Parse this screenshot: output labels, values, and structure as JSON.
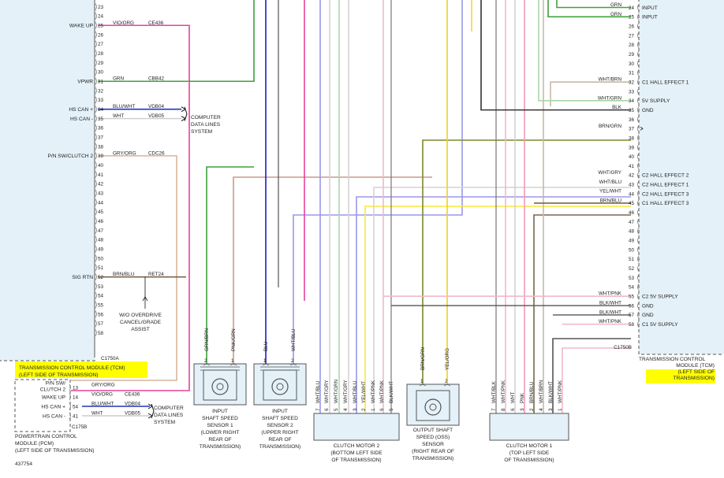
{
  "figure_id": "437754",
  "colors": {
    "module_fill": "#e4f1f8",
    "module_stroke": "#555555",
    "highlight": "#ffff00",
    "vio_org": "#e8419c",
    "grn": "#3da23d",
    "blu_wht": "#2233bb",
    "wht": "#cccccc",
    "gry_org": "#d9b49a",
    "brn_blu": "#7a6550",
    "brn_grn": "#7a8a2a",
    "pnk_grn": "#c99a8a",
    "wht_blu": "#9a98e8",
    "yel_wht": "#f5ea3a",
    "wht_brn": "#c9b8a6",
    "wht_grn": "#a9d7a9",
    "blk": "#333333",
    "wht_gry": "#d3d3d3",
    "wht_pnk": "#f0b9c9",
    "blk_wht": "#555555",
    "yel_org": "#f0d020",
    "blu": "#1a1acc",
    "pnk": "#f29ab3",
    "wht_vio": "#c9b1e9"
  },
  "tcm_a": {
    "connector": "C1750A",
    "title_lines": [
      "TRANSMISSION CONTROL MODULE (TCM)",
      "(LEFT SIDE OF TRANSMISSION)"
    ],
    "pins": [
      "23",
      "24",
      "25",
      "26",
      "27",
      "28",
      "29",
      "30",
      "31",
      "32",
      "33",
      "34",
      "35",
      "36",
      "37",
      "38",
      "39",
      "40",
      "41",
      "42",
      "43",
      "44",
      "45",
      "46",
      "47",
      "48",
      "49",
      "50",
      "51",
      "52",
      "53",
      "54",
      "55",
      "56",
      "57",
      "58"
    ],
    "signals": [
      {
        "pin": "25",
        "name": "WAKE UP",
        "color": "VIO/ORG",
        "circuit": "CE436"
      },
      {
        "pin": "31",
        "name": "VPWR",
        "color": "GRN",
        "circuit": "CBB42"
      },
      {
        "pin": "34",
        "name": "HS CAN +",
        "color": "BLU/WHT",
        "circuit": "VDB04"
      },
      {
        "pin": "35",
        "name": "HS CAN -",
        "color": "WHT",
        "circuit": "VDB05"
      },
      {
        "pin": "39",
        "name": "P/N SW/CLUTCH 2",
        "color": "GRY/ORG",
        "circuit": "CDC26"
      },
      {
        "pin": "52",
        "name": "SIG RTN",
        "color": "BRN/BLU",
        "circuit": "RET24"
      }
    ],
    "computer_data_lines": [
      "COMPUTER",
      "DATA LINES",
      "SYSTEM"
    ],
    "note_lines": [
      "W/O OVERDRIVE",
      "CANCEL/GRADE",
      "ASSIST"
    ]
  },
  "tcm_b": {
    "connector": "C1750B",
    "title_lines": [
      "TRANSMISSION CONTROL",
      "MODULE (TCM)",
      "(LEFT SIDE OF",
      "TRANSMISSION)"
    ],
    "pins": [
      "24",
      "25",
      "26",
      "27",
      "28",
      "29",
      "30",
      "31",
      "32",
      "33",
      "34",
      "35",
      "36",
      "37",
      "38",
      "39",
      "40",
      "41",
      "42",
      "43",
      "44",
      "45",
      "46",
      "47",
      "48",
      "49",
      "50",
      "51",
      "52",
      "53",
      "54",
      "55",
      "56",
      "57",
      "58"
    ],
    "signals": [
      {
        "pin": "24",
        "name": "INPUT",
        "color": "GRN"
      },
      {
        "pin": "25",
        "name": "INPUT",
        "color": "GRN"
      },
      {
        "pin": "32",
        "name": "C1 HALL EFFECT 1",
        "color": "WHT/BRN"
      },
      {
        "pin": "34",
        "name": "5V SUPPLY",
        "color": "WHT/GRN"
      },
      {
        "pin": "35",
        "name": "GND",
        "color": "BLK"
      },
      {
        "pin": "37",
        "name": "",
        "color": "BRN/GRN"
      },
      {
        "pin": "42",
        "name": "C2 HALL EFFECT 2",
        "color": "WHT/GRY"
      },
      {
        "pin": "43",
        "name": "C2 HALL EFFECT 1",
        "color": "WHT/BLU"
      },
      {
        "pin": "44",
        "name": "C2 HALL EFFECT 3",
        "color": "YEL/WHT"
      },
      {
        "pin": "45",
        "name": "C1 HALL EFFECT 3",
        "color": "BRN/BLU"
      },
      {
        "pin": "55",
        "name": "C2 5V SUPPLY",
        "color": "WHT/PNK"
      },
      {
        "pin": "56",
        "name": "GND",
        "color": "BLK/WHT"
      },
      {
        "pin": "57",
        "name": "GND",
        "color": "BLK/WHT"
      },
      {
        "pin": "58",
        "name": "C1 5V SUPPLY",
        "color": "WHT/PNK"
      }
    ]
  },
  "pcm": {
    "connector": "C175B",
    "title_lines": [
      "POWERTRAIN CONTROL",
      "MODULE (PCM)",
      "(LEFT SIDE OF TRANSMISSION)"
    ],
    "signals": [
      {
        "pin": "13",
        "name_lines": [
          "P/N SW/",
          "CLUTCH 2"
        ],
        "color": "GRY/ORG",
        "circuit": ""
      },
      {
        "pin": "14",
        "name_lines": [
          "WAKE UP"
        ],
        "color": "VIO/ORG",
        "circuit": "CE436"
      },
      {
        "pin": "54",
        "name_lines": [
          "HS CAN +"
        ],
        "color": "BLU/WHT",
        "circuit": "VDB04"
      },
      {
        "pin": "41",
        "name_lines": [
          "HS CAN -"
        ],
        "color": "WHT",
        "circuit": "VDB05"
      }
    ],
    "computer_data_lines": [
      "COMPUTER",
      "DATA LINES",
      "SYSTEM"
    ]
  },
  "iss1": {
    "pins": [
      {
        "n": "2",
        "color": "GRN/BRN"
      },
      {
        "n": "1",
        "color": "PNK/GRN"
      }
    ],
    "label_lines": [
      "INPUT",
      "SHAFT SPEED",
      "SENSOR 1",
      "(LOWER RIGHT",
      "REAR OF",
      "TRANSMISSION)"
    ]
  },
  "iss2": {
    "pins": [
      {
        "n": "1",
        "color": "BLU"
      },
      {
        "n": "2",
        "color": "WHT/BLU"
      }
    ],
    "label_lines": [
      "INPUT",
      "SHAFT SPEED",
      "SENSOR 2",
      "(UPPER RIGHT",
      "REAR OF",
      "TRANSMISSION)"
    ]
  },
  "cm2": {
    "pins": [
      {
        "n": "7",
        "color": "WHT/BLU"
      },
      {
        "n": "6",
        "color": "WHT/GRY"
      },
      {
        "n": "5",
        "color": "WHT/GRN"
      },
      {
        "n": "4",
        "color": "WHT/GRY"
      },
      {
        "n": "3",
        "color": "WHT/BLU"
      },
      {
        "n": "2",
        "color": "YEL/WHT"
      },
      {
        "n": "1",
        "color": "WHT/PNK"
      },
      {
        "n": "6",
        "color": "WHT/PNK"
      },
      {
        "n": "5",
        "color": "BLK/WHT"
      }
    ],
    "label_lines": [
      "CLUTCH MOTOR 2",
      "(BOTTOM LEFT SIDE",
      "OF TRANSMISSION)"
    ]
  },
  "oss": {
    "pins": [
      {
        "n": "1",
        "color": "BRN/GRN"
      },
      {
        "n": "2",
        "color": "YEL/ORG"
      }
    ],
    "label_lines": [
      "OUTPUT SHAFT",
      "SPEED (OSS)",
      "SENSOR",
      "(RIGHT REAR OF",
      "TRANSMISSION)"
    ]
  },
  "cm1": {
    "pins": [
      {
        "n": "7",
        "color": "WHT/BLK"
      },
      {
        "n": "8",
        "color": "WHT/PNK"
      },
      {
        "n": "6",
        "color": "WHT"
      },
      {
        "n": "3",
        "color": "PNK"
      },
      {
        "n": "2",
        "color": "BRN/BLU"
      },
      {
        "n": "4",
        "color": "WHT/BRN"
      },
      {
        "n": "3",
        "color": "BLK/WHT"
      },
      {
        "n": "1",
        "color": "WHT/PNK"
      }
    ],
    "label_lines": [
      "CLUTCH MOTOR 1",
      "(TOP LEFT SIDE",
      "OF TRANSMISSION)"
    ]
  }
}
